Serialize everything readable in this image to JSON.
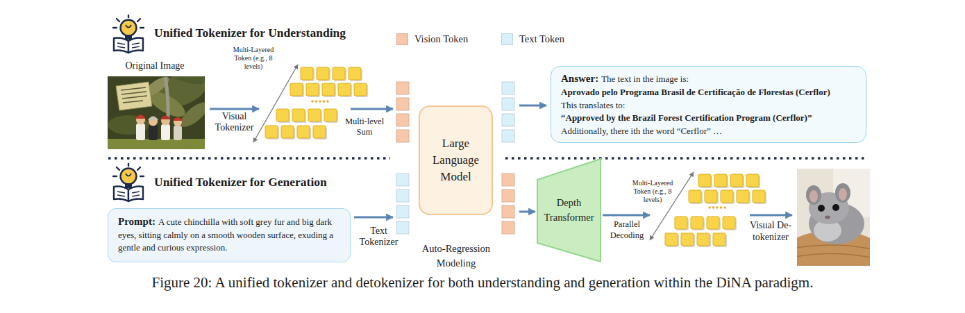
{
  "diagram": {
    "caption": "Figure 20: A unified tokenizer and detokenizer for both understanding and generation within the DiNA paradigm.",
    "nodes": [
      {
        "text": [
          "Large Language Model"
        ]
      },
      {
        "text": [
          "Answer:",
          "The text in the image is:",
          "Aprovado pelo Programa Brasil de Certificação de Florestas (Cerflor)",
          "This translates to:",
          "“Approved by the Brazil Forest Certification Program (Cerflor)”",
          "Additionally, there ith the word “Cerflor” …"
        ]
      },
      {
        "text": [
          "Prompt:",
          "A cute chinchilla with soft grey fur and big dark eyes, sitting calmly on a smooth wooden surface, exuding a gentle and curious expression."
        ]
      },
      {
        "text": [
          "Depth Transformer"
        ]
      }
    ],
    "labels": [
      "Unified Tokenizer for Understanding",
      "Original Image",
      "Multi-Layered Token (e.g., 8 levels)",
      "Visual Tokenizer",
      "Multi-level Sum",
      "Unified Tokenizer for Generation",
      "Text Tokenizer",
      "Auto-Regression Modeling",
      "Multi-Layered Token (e.g., 8 levels)",
      "Parallel Decoding",
      "Visual De-tokenizer"
    ],
    "legend": [
      {
        "text": "Vision Token",
        "color": "#f8c6a8"
      },
      {
        "text": "Text Token",
        "color": "#d9eff9"
      }
    ]
  }
}
